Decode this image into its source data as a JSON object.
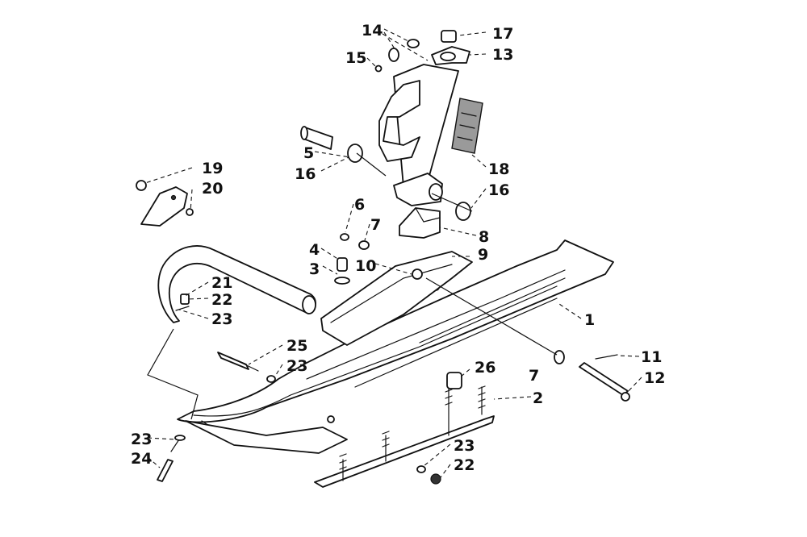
{
  "callouts": [
    "1",
    "2",
    "3",
    "4",
    "5",
    "6",
    "7",
    "7",
    "8",
    "9",
    "10",
    "11",
    "12",
    "13",
    "14",
    "15",
    "16",
    "16",
    "17",
    "18",
    "19",
    "20",
    "21",
    "22",
    "22",
    "23",
    "23",
    "23",
    "23",
    "24",
    "25",
    "26"
  ],
  "colors": {
    "ink": "#111111",
    "paper": "#ffffff",
    "shade": "#9a9a9a"
  }
}
